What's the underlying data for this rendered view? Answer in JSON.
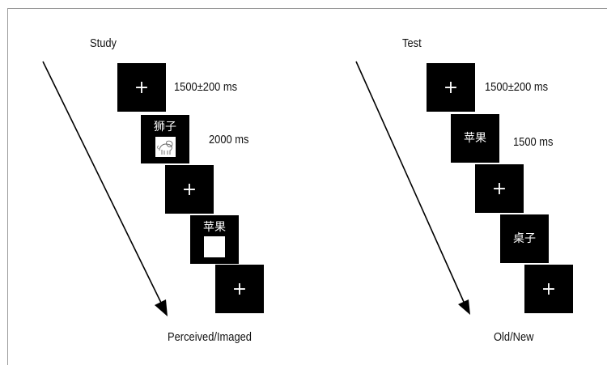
{
  "study": {
    "title": "Study",
    "fixation_symbol": "+",
    "perceived_word": "狮子",
    "imaged_word": "苹果",
    "timing_fixation": "1500±200 ms",
    "timing_stimulus": "2000 ms",
    "response_label": "Perceived/Imaged"
  },
  "test": {
    "title": "Test",
    "fixation_symbol": "+",
    "word_1": "苹果",
    "word_2": "桌子",
    "timing_fixation": "1500±200 ms",
    "timing_stimulus": "1500 ms",
    "response_label": "Old/New"
  },
  "icons": {
    "lion_image": "lion-drawing-icon",
    "time_arrow": "arrow-icon"
  },
  "colors": {
    "screen": "#000000",
    "screen_text": "#ffffff",
    "text": "#111111",
    "frame": "#9a9a9a"
  }
}
